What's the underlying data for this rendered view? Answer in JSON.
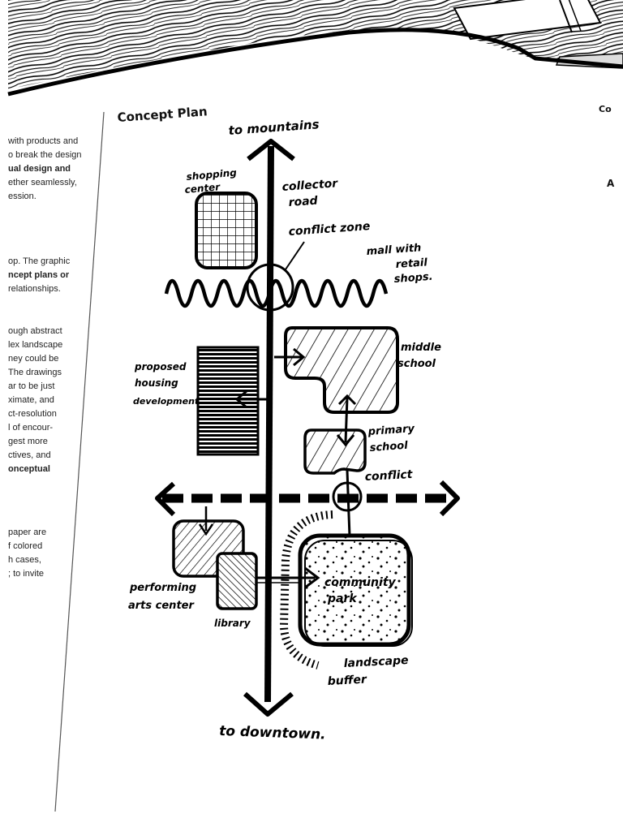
{
  "page": {
    "title": "Concept Plan",
    "right_header": "Co",
    "right_fragment": "A"
  },
  "side_text": {
    "para1": [
      "with products and",
      "o break the design",
      "ual design and",
      "ether seamlessly,",
      "ession."
    ],
    "para1_bold": [
      false,
      false,
      true,
      false,
      false
    ],
    "para2": [
      "op. The graphic",
      "ncept plans or",
      "relationships."
    ],
    "para2_bold": [
      false,
      true,
      false
    ],
    "para3": [
      "ough abstract",
      "lex landscape",
      "ney could be",
      "The drawings",
      "ar to be just",
      "ximate, and",
      "ct-resolution",
      "l of encour-",
      "gest more",
      "ctives, and",
      "onceptual"
    ],
    "para3_bold": [
      false,
      false,
      false,
      false,
      false,
      false,
      false,
      false,
      false,
      false,
      true
    ],
    "para4": [
      "paper are",
      "f colored",
      "h cases,",
      "; to invite"
    ],
    "para4_bold": [
      false,
      false,
      false,
      false
    ]
  },
  "diagram": {
    "labels": {
      "to_mountains": "to mountains",
      "to_downtown": "to downtown.",
      "shopping_center": [
        "shopping",
        "center"
      ],
      "collector_road": [
        "collector",
        "road"
      ],
      "conflict_zone": "conflict zone",
      "mall": [
        "mall with",
        "retail",
        "shops."
      ],
      "middle_school": [
        "middle",
        "school"
      ],
      "proposed_housing": [
        "proposed",
        "housing",
        "development"
      ],
      "primary_school": [
        "primary",
        "school"
      ],
      "conflict": "conflict",
      "performing_arts": [
        "performing",
        "arts center"
      ],
      "library": "library",
      "community_park": [
        "community",
        "park"
      ],
      "landscape_buffer": [
        "landscape",
        "buffer"
      ]
    }
  },
  "colors": {
    "ink": "#000000",
    "paper": "#ffffff",
    "wood": "#3a3a3a"
  }
}
